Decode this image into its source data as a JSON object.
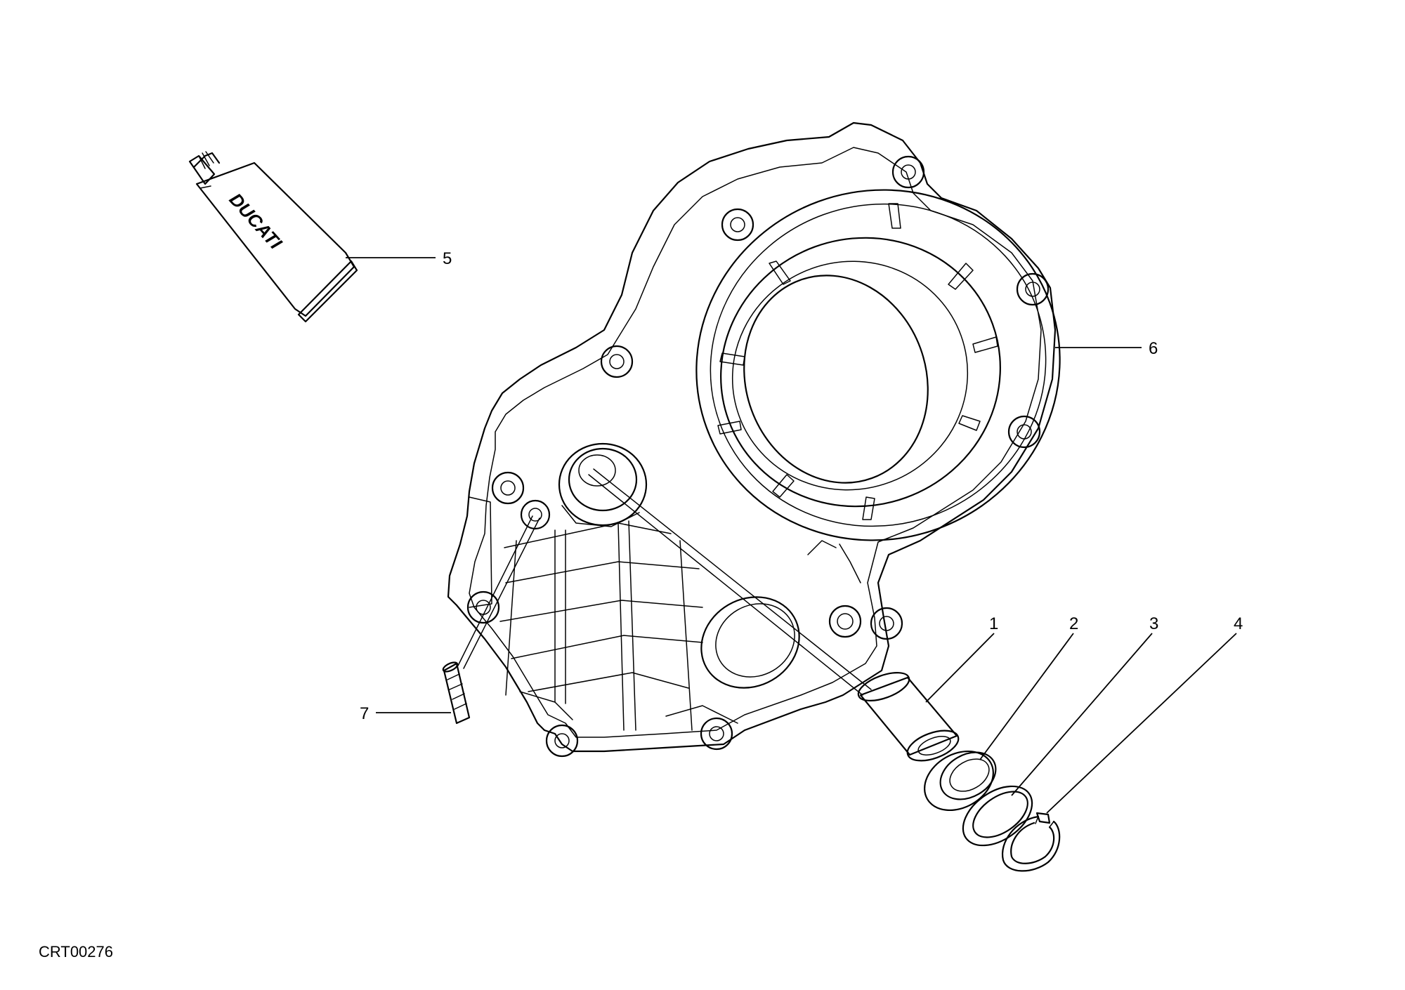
{
  "callouts": {
    "p1": "1",
    "p2": "2",
    "p3": "3",
    "p4": "4",
    "p5": "5",
    "p6": "6",
    "p7": "7"
  },
  "sealant_tube_brand": "DUCATI",
  "drawing_code": "CRT00276"
}
